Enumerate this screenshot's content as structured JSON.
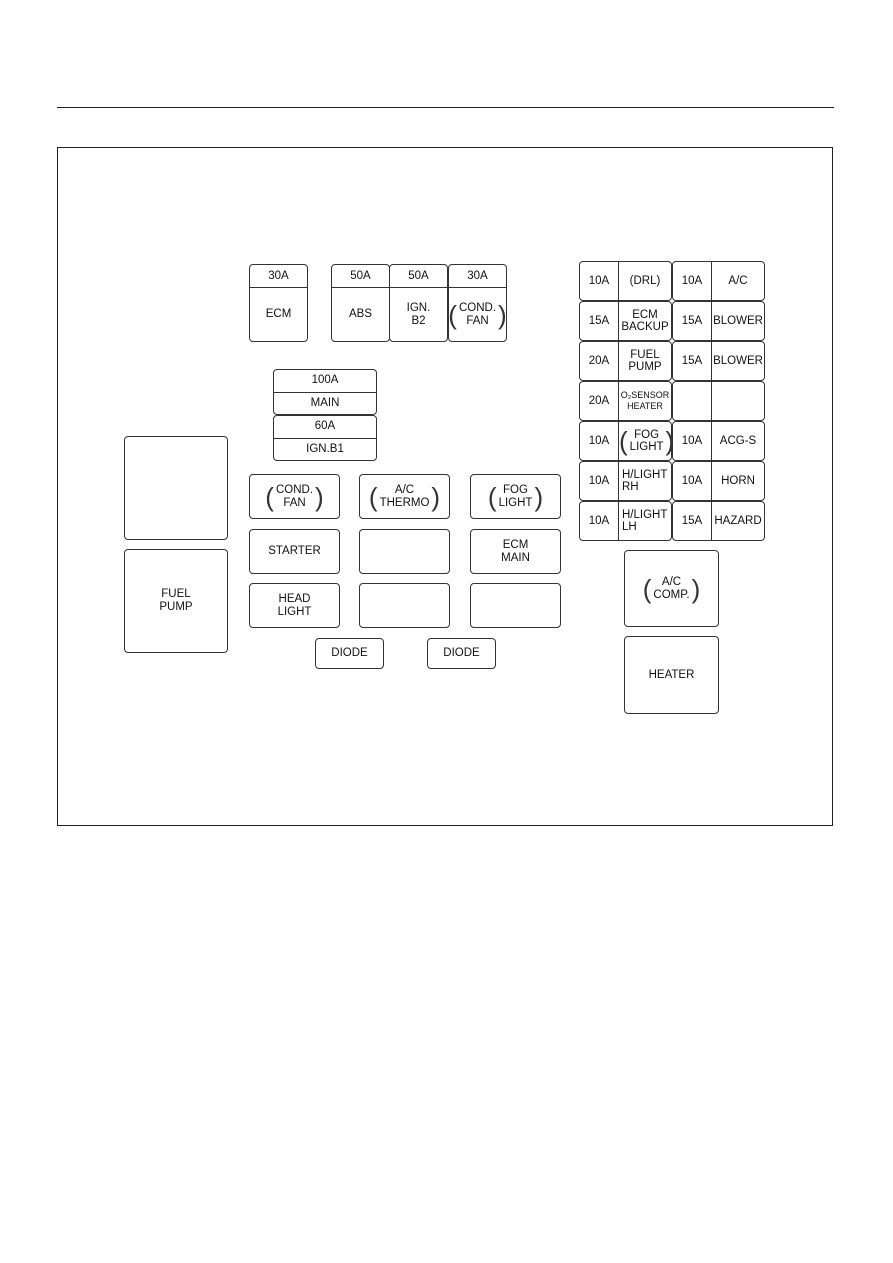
{
  "diagram": {
    "maxi_top": [
      {
        "amp": "30A",
        "name": "ECM"
      },
      {
        "amp": "50A",
        "name": "ABS"
      },
      {
        "amp": "50A",
        "name": "IGN.\nB2"
      },
      {
        "amp": "30A",
        "name": "COND.\nFAN"
      }
    ],
    "main_block": [
      {
        "top": "100A",
        "bottom": "MAIN"
      },
      {
        "top": "60A",
        "bottom": "IGN.B1"
      }
    ],
    "left_relays": [
      {
        "label": ""
      },
      {
        "label": "FUEL\nPUMP"
      }
    ],
    "relay_grid": [
      {
        "label": "COND.\nFAN"
      },
      {
        "label": "A/C\nTHERMO"
      },
      {
        "label": "FOG\nLIGHT"
      },
      {
        "label": "STARTER"
      },
      {
        "label": ""
      },
      {
        "label": "ECM\nMAIN"
      },
      {
        "label": "HEAD\nLIGHT"
      },
      {
        "label": ""
      },
      {
        "label": ""
      }
    ],
    "diodes": [
      {
        "label": "DIODE"
      },
      {
        "label": "DIODE"
      }
    ],
    "fuse_rows": [
      [
        {
          "amp": "10A",
          "label": "(DRL)"
        },
        {
          "amp": "10A",
          "label": "A/C"
        }
      ],
      [
        {
          "amp": "15A",
          "label": "ECM\nBACKUP"
        },
        {
          "amp": "15A",
          "label": "BLOWER"
        }
      ],
      [
        {
          "amp": "20A",
          "label": "FUEL\nPUMP"
        },
        {
          "amp": "15A",
          "label": "BLOWER"
        }
      ],
      [
        {
          "amp": "20A",
          "label": "O₂SENSOR\nHEATER"
        },
        {
          "amp": "",
          "label": ""
        }
      ],
      [
        {
          "amp": "10A",
          "label": "FOG\nLIGHT"
        },
        {
          "amp": "10A",
          "label": "ACG-S"
        }
      ],
      [
        {
          "amp": "10A",
          "label": "H/LIGHT\nRH"
        },
        {
          "amp": "10A",
          "label": "HORN"
        }
      ],
      [
        {
          "amp": "10A",
          "label": "H/LIGHT\nLH"
        },
        {
          "amp": "15A",
          "label": "HAZARD"
        }
      ]
    ],
    "right_relays": [
      {
        "label": "A/C\nCOMP."
      },
      {
        "label": "HEATER"
      }
    ]
  }
}
